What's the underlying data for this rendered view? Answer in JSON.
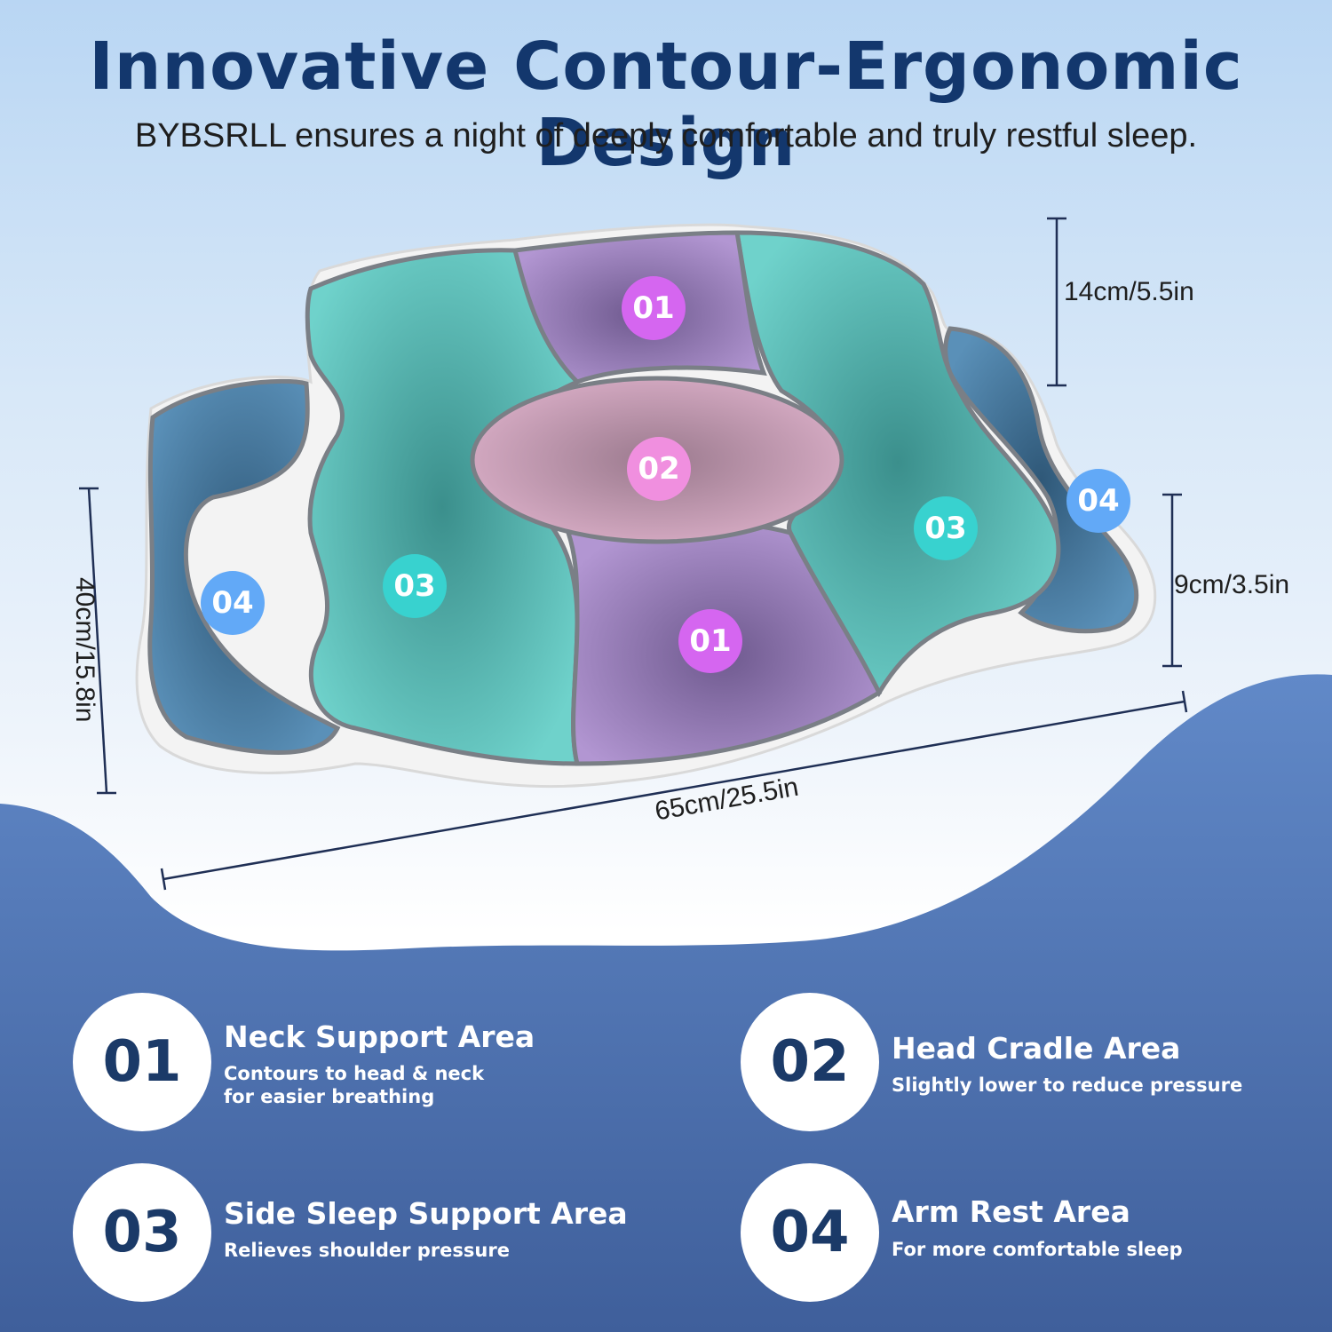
{
  "header": {
    "title": "Innovative Contour-Ergonomic Design",
    "subtitle": "BYBSRLL ensures a night of deeply comfortable and truly restful sleep."
  },
  "dimensions": {
    "height_top": "14cm/5.5in",
    "height_side": "9cm/3.5in",
    "depth": "40cm/15.8in",
    "width": "65cm/25.5in"
  },
  "zone_markers": {
    "neck": "01",
    "head": "02",
    "side": "03",
    "arm": "04"
  },
  "features": [
    {
      "number": "01",
      "title": "Neck Support Area",
      "description": "Contours to head & neck for easier breathing"
    },
    {
      "number": "02",
      "title": "Head Cradle Area",
      "description": "Slightly lower to reduce pressure"
    },
    {
      "number": "03",
      "title": "Side Sleep Support Area",
      "description": "Relieves shoulder pressure"
    },
    {
      "number": "04",
      "title": "Arm Rest Area",
      "description": "For more comfortable sleep"
    }
  ],
  "colors": {
    "title": "#13376d",
    "neck_zone": "#a985c6",
    "head_zone": "#d8a6c3",
    "side_zone": "#55c4bd",
    "arm_zone": "#4f86ad",
    "panel_blue": "#4f79b9"
  }
}
